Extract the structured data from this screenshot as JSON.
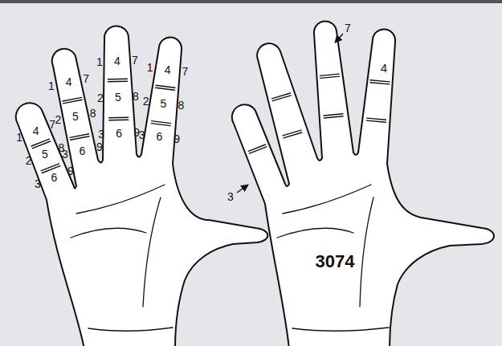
{
  "diagram": {
    "labels": [
      "1",
      "4",
      "7",
      "2",
      "5",
      "8",
      "3",
      "6",
      "9",
      "1",
      "4",
      "7",
      "2",
      "5",
      "8",
      "3",
      "6",
      "9",
      "1",
      "4",
      "7",
      "2",
      "5",
      "8",
      "3",
      "6",
      "9",
      "1",
      "4",
      "7",
      "2",
      "5",
      "8",
      "3",
      "6",
      "9",
      "7",
      "4",
      "3",
      "3074"
    ]
  }
}
